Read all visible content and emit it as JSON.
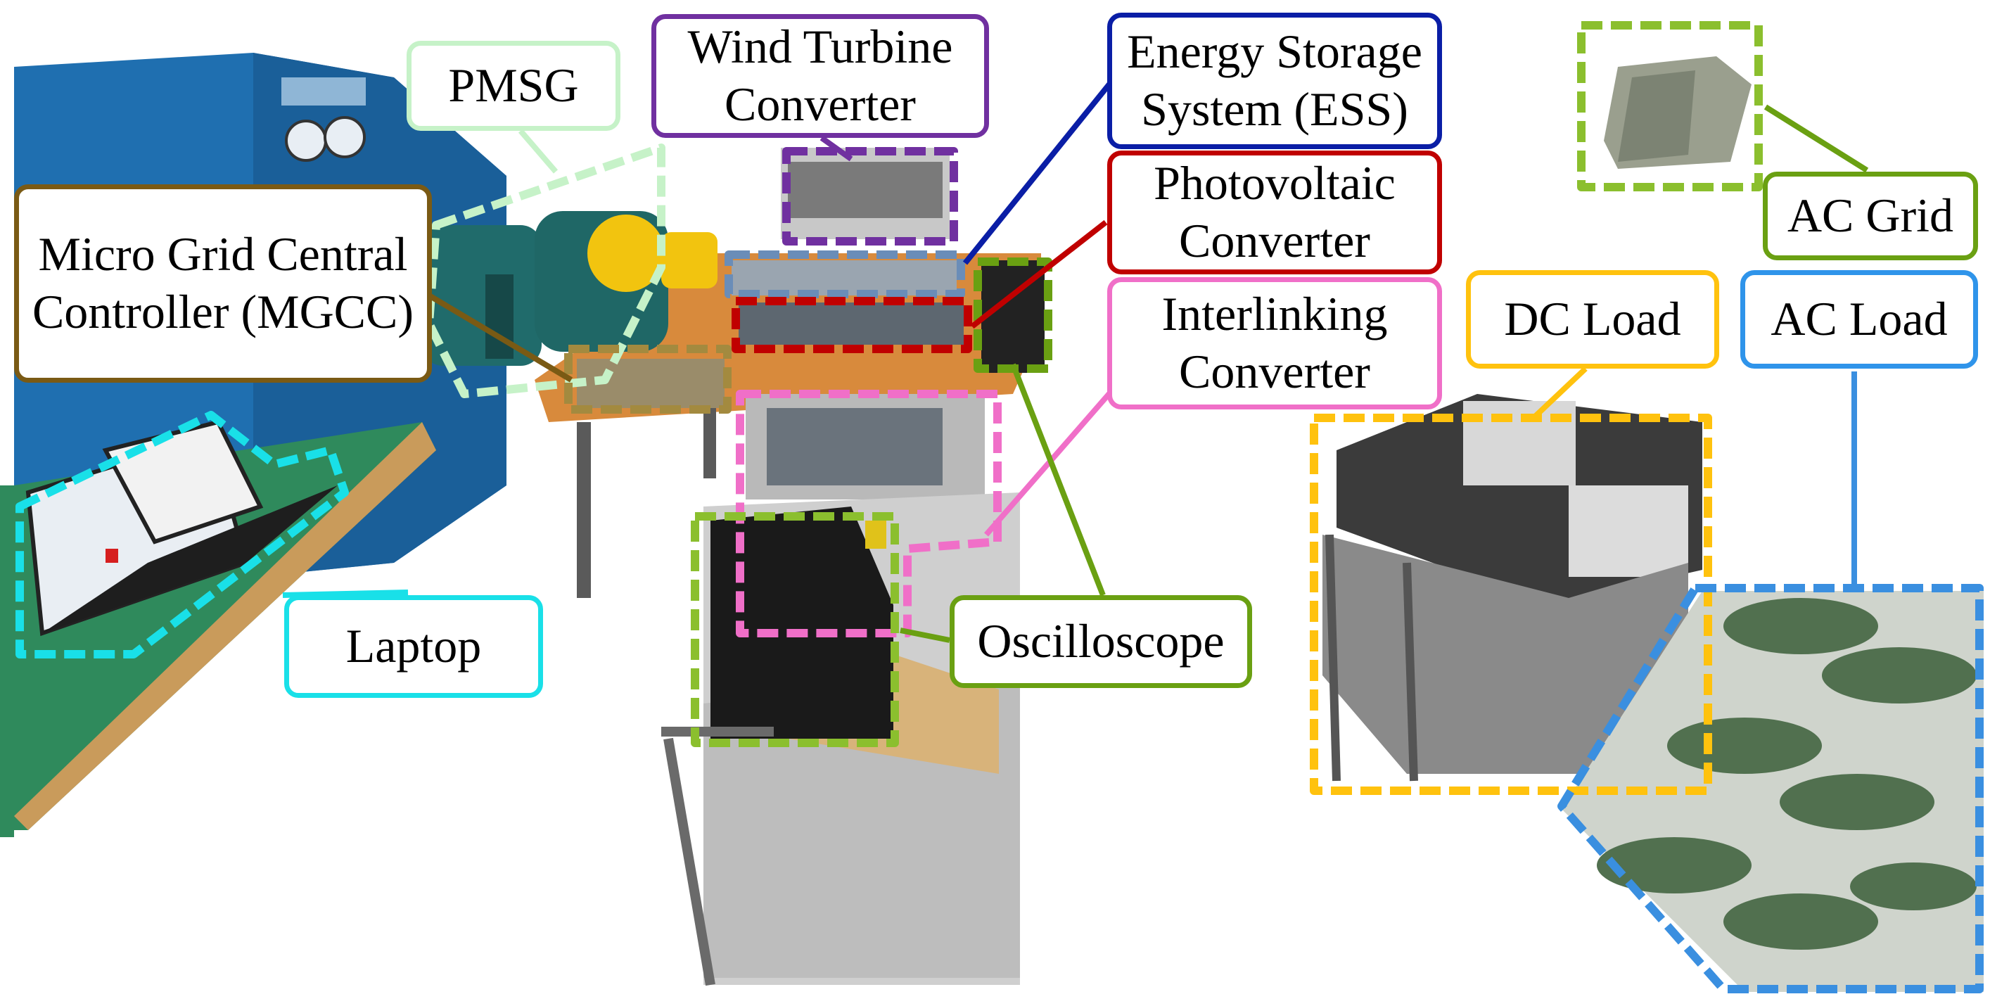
{
  "figure": {
    "components": [
      {
        "id": "pmsg",
        "lines": [
          "PMSG"
        ],
        "color": "#c6f2c8"
      },
      {
        "id": "wt",
        "lines": [
          "Wind Turbine",
          "Converter"
        ],
        "color": "#7030a0"
      },
      {
        "id": "ess",
        "lines": [
          "Energy Storage",
          "System (ESS)"
        ],
        "color": "#0a1ea6"
      },
      {
        "id": "pv",
        "lines": [
          "Photovoltaic",
          "Converter"
        ],
        "color": "#c00000"
      },
      {
        "id": "ic",
        "lines": [
          "Interlinking",
          "Converter"
        ],
        "color": "#f06fc8"
      },
      {
        "id": "mgcc",
        "lines": [
          "Micro Grid Central",
          "Controller (MGCC)"
        ],
        "color": "#7a5a14"
      },
      {
        "id": "laptop",
        "lines": [
          "Laptop"
        ],
        "color": "#19e0e8"
      },
      {
        "id": "osc",
        "lines": [
          "Oscilloscope"
        ],
        "color": "#6aa012"
      },
      {
        "id": "acgrid",
        "lines": [
          "AC Grid"
        ],
        "color": "#6aa012"
      },
      {
        "id": "dcload",
        "lines": [
          "DC Load"
        ],
        "color": "#ffc20e"
      },
      {
        "id": "acload",
        "lines": [
          "AC Load"
        ],
        "color": "#2f94ea"
      }
    ]
  }
}
